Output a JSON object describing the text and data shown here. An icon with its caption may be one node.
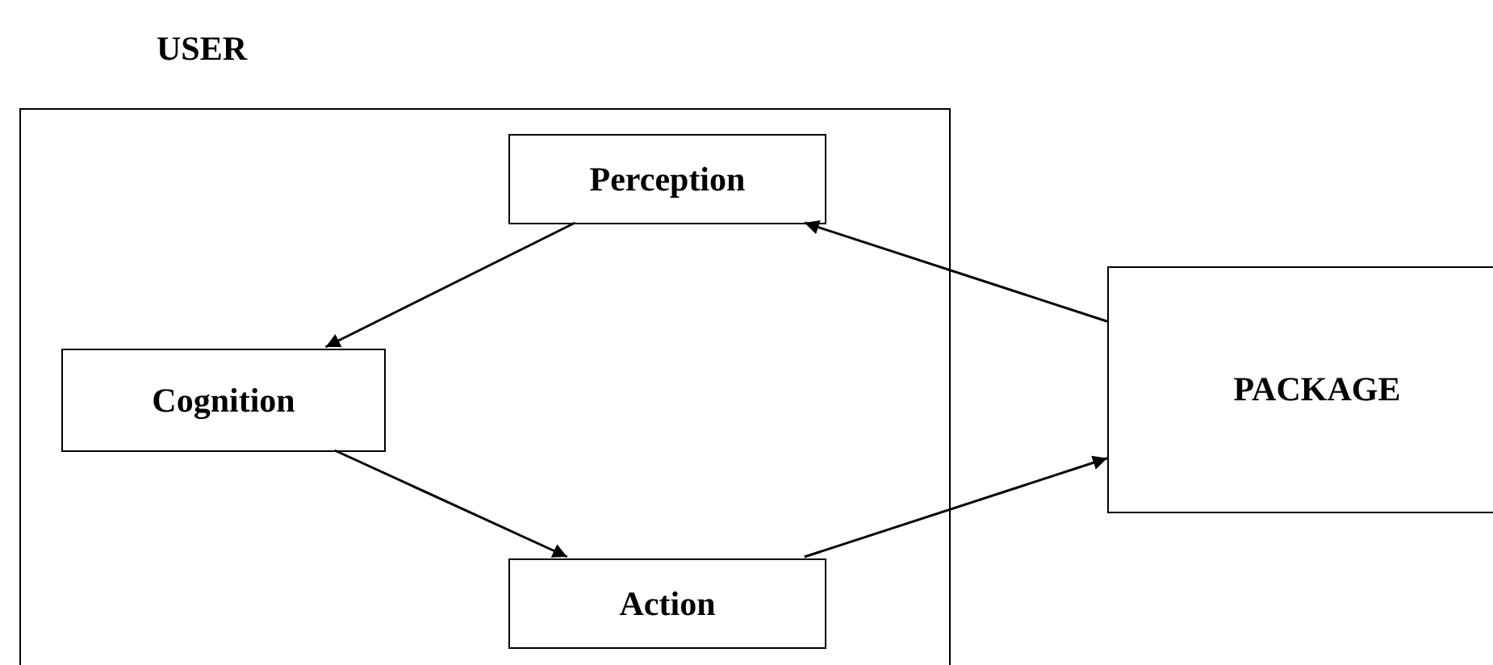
{
  "diagram": {
    "nodes": [
      {
        "text": [
          "USER"
        ]
      },
      {
        "text": [
          "Perception"
        ],
        "in": 0
      },
      {
        "text": [
          "Cognition"
        ],
        "in": 0
      },
      {
        "text": [
          "Action"
        ],
        "in": 0
      },
      {
        "text": [
          "PACKAGE"
        ]
      }
    ],
    "edges": [
      {
        "from": 1,
        "to": 2,
        "arrow": "to"
      },
      {
        "from": 2,
        "to": 3,
        "arrow": "to"
      },
      {
        "from": 3,
        "to": 4,
        "arrow": "to"
      },
      {
        "from": 4,
        "to": 1,
        "arrow": "to"
      }
    ]
  }
}
